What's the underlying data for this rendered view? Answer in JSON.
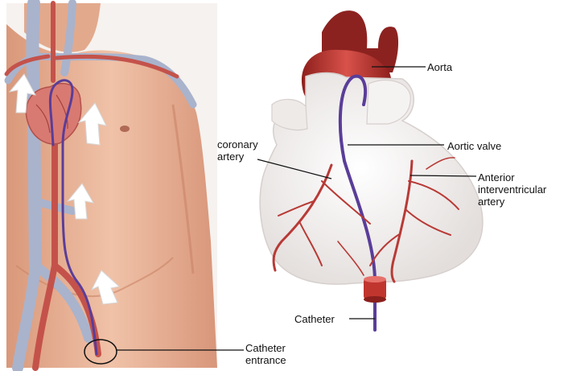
{
  "labels": {
    "aorta": "Aorta",
    "aortic_valve": "Aortic valve",
    "coronary_artery": "coronary\nartery",
    "anterior_interventricular_artery": "Anterior\ninterventricular\nartery",
    "catheter": "Catheter",
    "catheter_entrance": "Catheter\nentrance"
  },
  "colors": {
    "skin": "#eab69b",
    "vein": "#a9b3cc",
    "artery": "#b83a36",
    "catheter": "#5a3d99",
    "heart_surface": "#f3f1f0",
    "leader_line": "#111111"
  }
}
